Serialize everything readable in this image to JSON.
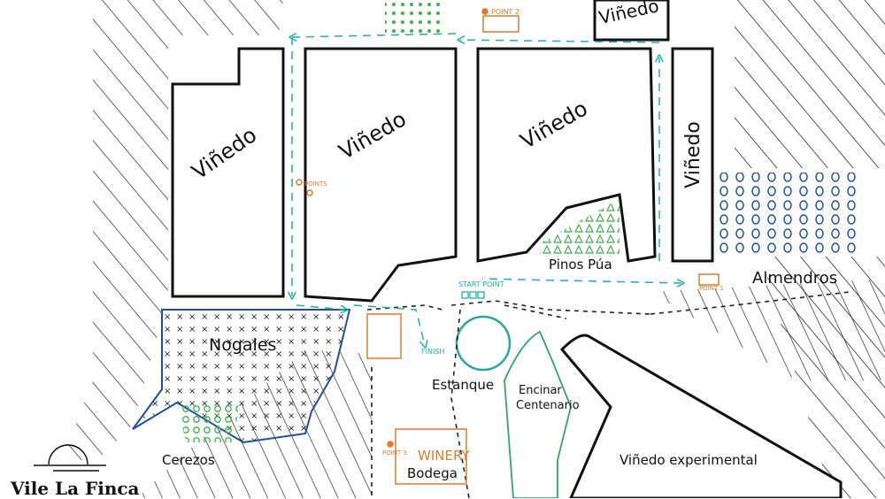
{
  "colors": {
    "ink": "#1a1a1a",
    "route": "#1fb0a8",
    "point": "#e07a2e",
    "green": "#3bb24a",
    "blue": "#1f4fa0",
    "pond": "#2aa89a",
    "encinar": "#2fa66a"
  },
  "labels": {
    "vinedo_1": "Viñedo",
    "vinedo_2": "Viñedo",
    "vinedo_3": "Viñedo",
    "vinedo_4": "Viñedo",
    "vinedo_top": "Viñedo",
    "pinos": "Pinos Púa",
    "almendros": "Almendros",
    "nogales": "Nogales",
    "cerezos": "Cerezos",
    "estanque": "Estanque",
    "encinar_1": "Encinar",
    "encinar_2": "Centenario",
    "experimental": "Viñedo experimental",
    "winery": "WINERY",
    "bodega": "Bodega",
    "start": "START POINT",
    "finish": "FINISH",
    "point1": "POINT 1",
    "point2": "POINT 2",
    "point3": "POINT 3",
    "points": "POINTS"
  },
  "logo": {
    "name": "Vile La Finca"
  }
}
